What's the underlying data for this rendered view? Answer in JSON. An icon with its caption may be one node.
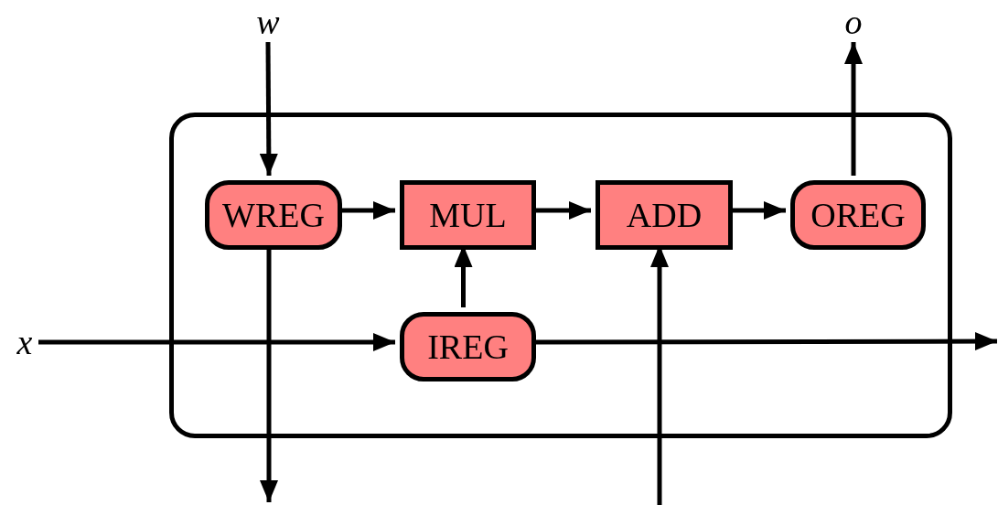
{
  "diagram": {
    "nodes": [
      {
        "text": [
          "w"
        ]
      },
      {
        "text": [
          "o"
        ]
      },
      {
        "text": [],
        "shape": "box"
      },
      {
        "text": [
          "WREG"
        ],
        "in": 2
      },
      {
        "text": [
          "MUL"
        ],
        "in": 2
      },
      {
        "text": [
          "ADD"
        ],
        "in": 2
      },
      {
        "text": [
          "OREG"
        ],
        "in": 2
      },
      {
        "text": [
          "x"
        ]
      },
      {
        "text": [
          "IREG"
        ],
        "in": 2
      }
    ],
    "edges": [
      {
        "from": 0,
        "to": 3,
        "arrow": "to"
      },
      {
        "from": 3,
        "to": 4,
        "arrow": "to"
      },
      {
        "from": 4,
        "to": 5,
        "arrow": "to"
      },
      {
        "from": 5,
        "to": 6,
        "arrow": "to"
      },
      {
        "from": 6,
        "to": 1,
        "arrow": "to"
      },
      {
        "from": 8,
        "to": 4,
        "arrow": "to"
      },
      {
        "from": 7,
        "to": 8,
        "arrow": "to"
      },
      {
        "from": 8,
        "to": null,
        "arrow": "to"
      },
      {
        "from": 3,
        "to": null,
        "arrow": "to"
      },
      {
        "from": null,
        "to": 5,
        "arrow": "to"
      }
    ]
  }
}
